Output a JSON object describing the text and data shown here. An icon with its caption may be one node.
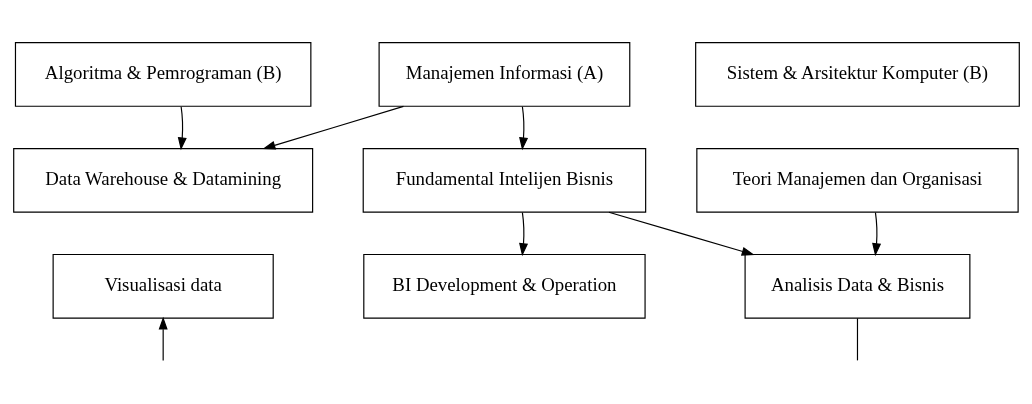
{
  "diagram": {
    "nodes": [
      {
        "text": [
          "Algoritma & Pemrograman (B)"
        ]
      },
      {
        "text": [
          "Manajemen Informasi (A)"
        ]
      },
      {
        "text": [
          "Sistem & Arsitektur Komputer (B)"
        ]
      },
      {
        "text": [
          "Data Warehouse & Datamining"
        ]
      },
      {
        "text": [
          "Fundamental Intelijen Bisnis"
        ]
      },
      {
        "text": [
          "Teori Manajemen dan Organisasi"
        ]
      },
      {
        "text": [
          "Visualisasi data"
        ]
      },
      {
        "text": [
          "BI Development & Operation"
        ]
      },
      {
        "text": [
          "Analisis Data & Bisnis"
        ]
      }
    ],
    "edges": [
      {
        "from": 0,
        "to": 3,
        "arrow": "to"
      },
      {
        "from": 1,
        "to": 3,
        "arrow": "to"
      },
      {
        "from": 1,
        "to": 4,
        "arrow": "to"
      },
      {
        "from": 4,
        "to": 7,
        "arrow": "to"
      },
      {
        "from": 4,
        "to": 8,
        "arrow": "to"
      },
      {
        "from": 5,
        "to": 8,
        "arrow": "to"
      },
      {
        "from": null,
        "to": 6,
        "arrow": "to"
      },
      {
        "from": 8,
        "to": null,
        "arrow": "none"
      }
    ]
  }
}
